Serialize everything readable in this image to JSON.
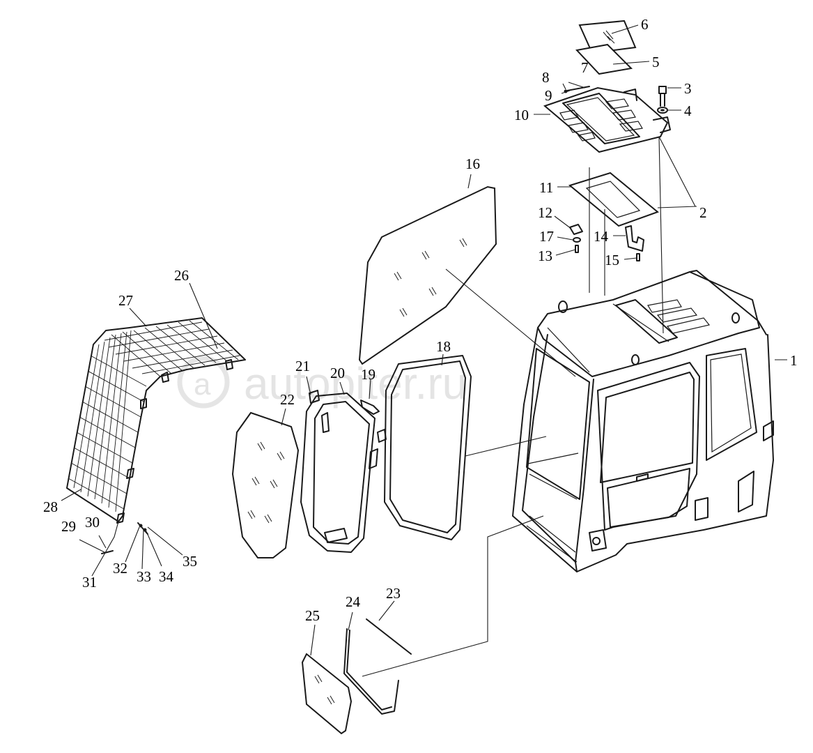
{
  "watermark": {
    "text": "autopiter.ru",
    "color": "#cfcfcf"
  },
  "corner_mark": "",
  "callouts": [
    {
      "id": "1",
      "label": "1"
    },
    {
      "id": "2",
      "label": "2"
    },
    {
      "id": "3",
      "label": "3"
    },
    {
      "id": "4",
      "label": "4"
    },
    {
      "id": "5",
      "label": "5"
    },
    {
      "id": "6",
      "label": "6"
    },
    {
      "id": "7",
      "label": "7"
    },
    {
      "id": "8",
      "label": "8"
    },
    {
      "id": "9",
      "label": "9"
    },
    {
      "id": "10",
      "label": "10"
    },
    {
      "id": "11",
      "label": "11"
    },
    {
      "id": "12",
      "label": "12"
    },
    {
      "id": "13",
      "label": "13"
    },
    {
      "id": "14",
      "label": "14"
    },
    {
      "id": "15",
      "label": "15"
    },
    {
      "id": "16",
      "label": "16"
    },
    {
      "id": "17",
      "label": "17"
    },
    {
      "id": "18",
      "label": "18"
    },
    {
      "id": "19",
      "label": "19"
    },
    {
      "id": "20",
      "label": "20"
    },
    {
      "id": "21",
      "label": "21"
    },
    {
      "id": "22",
      "label": "22"
    },
    {
      "id": "23",
      "label": "23"
    },
    {
      "id": "24",
      "label": "24"
    },
    {
      "id": "25",
      "label": "25"
    },
    {
      "id": "26",
      "label": "26"
    },
    {
      "id": "27",
      "label": "27"
    },
    {
      "id": "28",
      "label": "28"
    },
    {
      "id": "29",
      "label": "29"
    },
    {
      "id": "30",
      "label": "30"
    },
    {
      "id": "31",
      "label": "31"
    },
    {
      "id": "32",
      "label": "32"
    },
    {
      "id": "33",
      "label": "33"
    },
    {
      "id": "34",
      "label": "34"
    },
    {
      "id": "35",
      "label": "35"
    }
  ]
}
